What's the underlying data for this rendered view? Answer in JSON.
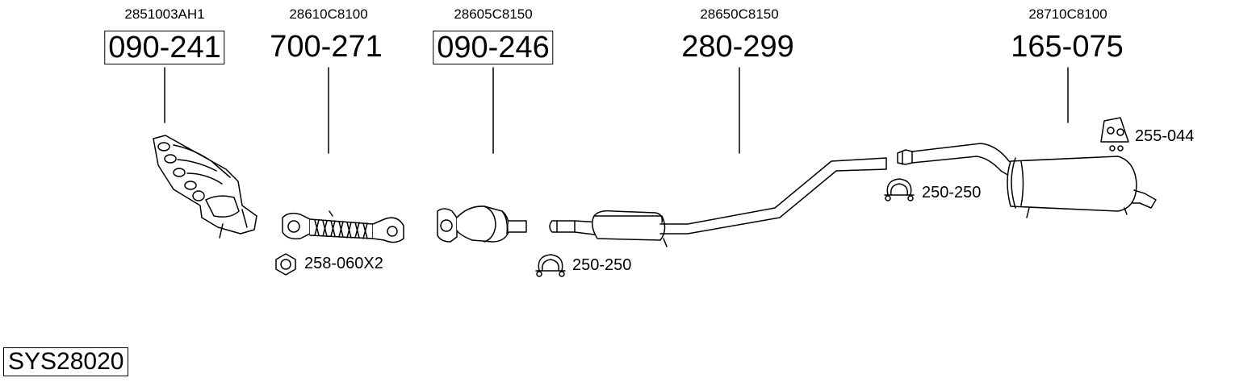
{
  "parts": [
    {
      "oem": "2851003AH1",
      "number": "090-241",
      "boxed": true
    },
    {
      "oem": "28610C8100",
      "number": "700-271",
      "boxed": false
    },
    {
      "oem": "28605C8150",
      "number": "090-246",
      "boxed": true
    },
    {
      "oem": "28650C8150",
      "number": "280-299",
      "boxed": false
    },
    {
      "oem": "28710C8100",
      "number": "165-075",
      "boxed": false
    }
  ],
  "accessories": [
    {
      "label": "258-060X2",
      "icon": "hex-nut-icon"
    },
    {
      "label": "250-250",
      "icon": "pipe-clamp-icon"
    },
    {
      "label": "250-250",
      "icon": "pipe-clamp-icon"
    },
    {
      "label": "255-044",
      "icon": "rubber-hanger-icon"
    }
  ],
  "system_code": "SYS28020"
}
